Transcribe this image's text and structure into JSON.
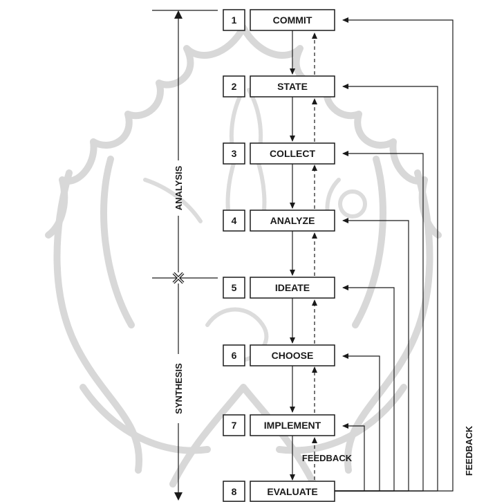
{
  "steps": [
    {
      "number": "1",
      "label": "COMMIT"
    },
    {
      "number": "2",
      "label": "STATE"
    },
    {
      "number": "3",
      "label": "COLLECT"
    },
    {
      "number": "4",
      "label": "ANALYZE"
    },
    {
      "number": "5",
      "label": "IDEATE"
    },
    {
      "number": "6",
      "label": "CHOOSE"
    },
    {
      "number": "7",
      "label": "IMPLEMENT"
    },
    {
      "number": "8",
      "label": "EVALUATE"
    }
  ],
  "phases": {
    "analysis": "ANALYSIS",
    "synthesis": "SYNTHESIS"
  },
  "feedback": {
    "inner": "FEEDBACK",
    "outer": "FEEDBACK"
  },
  "colors": {
    "ink": "#1a1a1a",
    "watermark": "#d8d8d8",
    "background": "#ffffff"
  }
}
